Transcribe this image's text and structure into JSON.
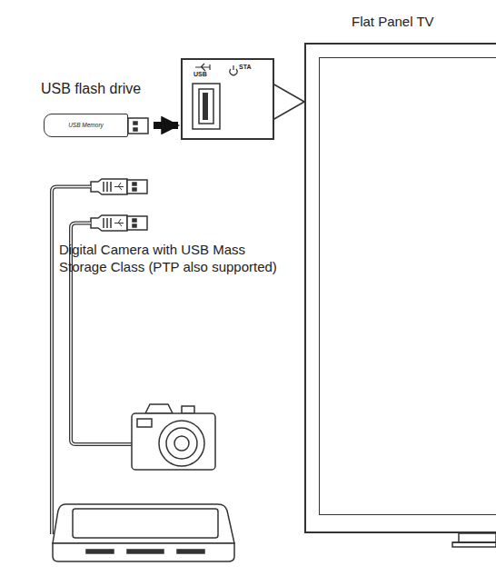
{
  "diagram": {
    "nodes": [
      {
        "text": [
          "Flat Panel TV"
        ]
      },
      {
        "text": [
          "USB",
          "STA"
        ],
        "in": 0
      },
      {
        "text": [
          "USB flash drive",
          "USB Memory"
        ]
      },
      {
        "text": [
          "Digital Camera with USB Mass Storage Class (PTP also supported)"
        ]
      }
    ],
    "edges": [
      {
        "from": 2,
        "to": 1,
        "arrow": "to"
      }
    ]
  }
}
